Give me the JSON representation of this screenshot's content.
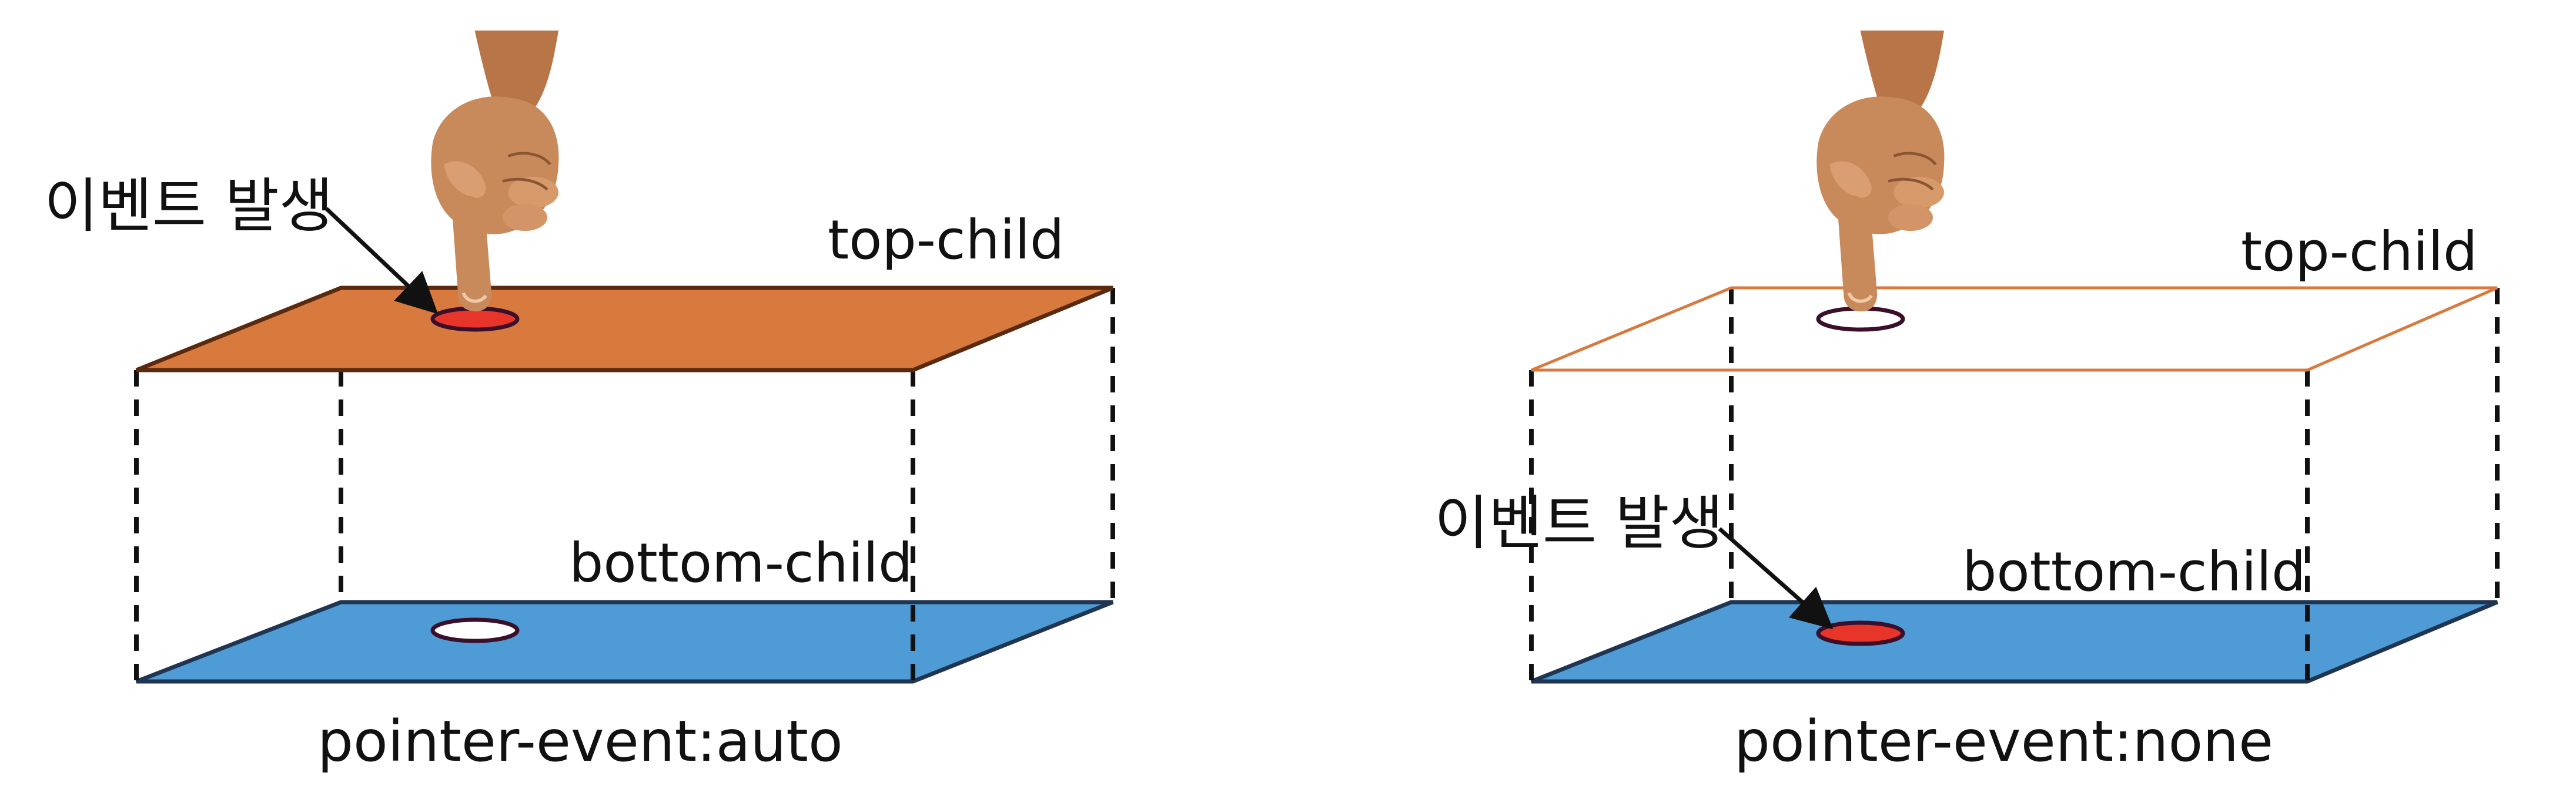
{
  "colors": {
    "top_plane": "#D8793E",
    "top_plane_stroke": "#5a2a0f",
    "bottom_plane": "#4E9BD6",
    "bottom_plane_stroke": "#1f3552",
    "event_dot": "#E8352A",
    "ring_stroke": "#3b0f2a",
    "empty_top_outline": "#D8793E",
    "hand_skin": "#C98A5B"
  },
  "icons": [
    "pointing-hand-icon",
    "arrow-icon"
  ],
  "panels": [
    {
      "top_label": "top-child",
      "bottom_label": "bottom-child",
      "event_label": "이벤트 발생",
      "caption": "pointer-event:auto",
      "top_filled": true,
      "event_on": "top"
    },
    {
      "top_label": "top-child",
      "bottom_label": "bottom-child",
      "event_label": "이벤트 발생",
      "caption": "pointer-event:none",
      "top_filled": false,
      "event_on": "bottom"
    }
  ]
}
